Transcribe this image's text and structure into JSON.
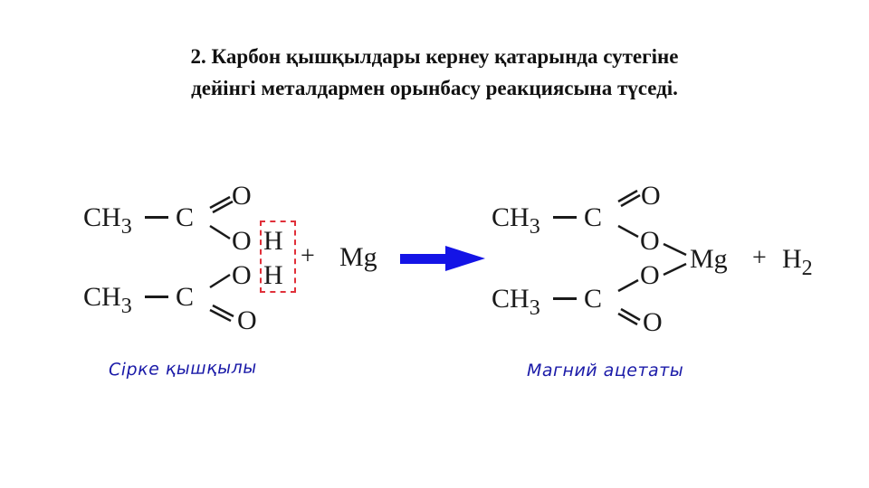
{
  "slide": {
    "title_line1": "2. Карбон қышқылдары кернеу қатарында сутегіне",
    "title_line2": "дейінгі металдармен орынбасу реакциясына түседі."
  },
  "reaction": {
    "reactant": {
      "top_group": "CH",
      "top_sub": "3",
      "bottom_group": "CH",
      "bottom_sub": "3",
      "carbon": "C",
      "oxygen": "O",
      "hydrogen": "H",
      "label": "Сірке қышқылы"
    },
    "plus1": "+",
    "metal": "Mg",
    "arrow_color": "#1414e6",
    "product": {
      "top_group": "CH",
      "top_sub": "3",
      "bottom_group": "CH",
      "bottom_sub": "3",
      "carbon": "C",
      "oxygen": "O",
      "metal": "Mg",
      "plus": "+",
      "h2": "H",
      "h2_sub": "2",
      "label": "Магний ацетаты"
    },
    "highlight_color": "#e0303a"
  }
}
